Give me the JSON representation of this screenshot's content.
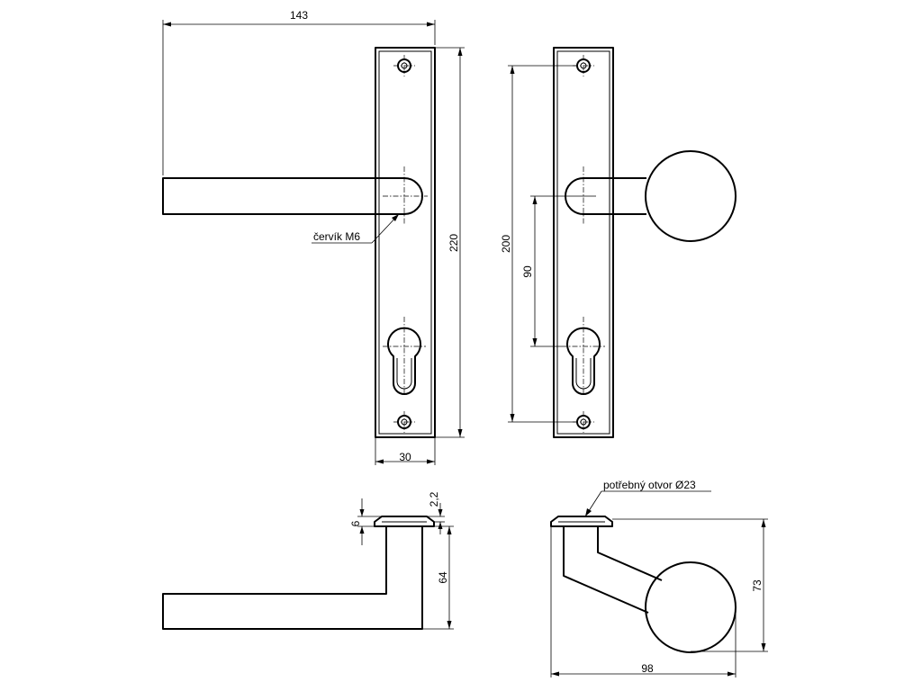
{
  "front_lever_view": {
    "dim_width_total": "143",
    "dim_height": "220",
    "dim_plate_width": "30",
    "note_set_screw": "červík M6"
  },
  "front_knob_view": {
    "dim_screw_spacing": "200",
    "dim_handle_to_key": "90"
  },
  "side_lever_view": {
    "dim_rose": "2,2",
    "dim_plate": "6",
    "dim_projection": "64"
  },
  "side_knob_view": {
    "note_hole": "potřebný otvor Ø23",
    "dim_projection": "73",
    "dim_length": "98"
  }
}
